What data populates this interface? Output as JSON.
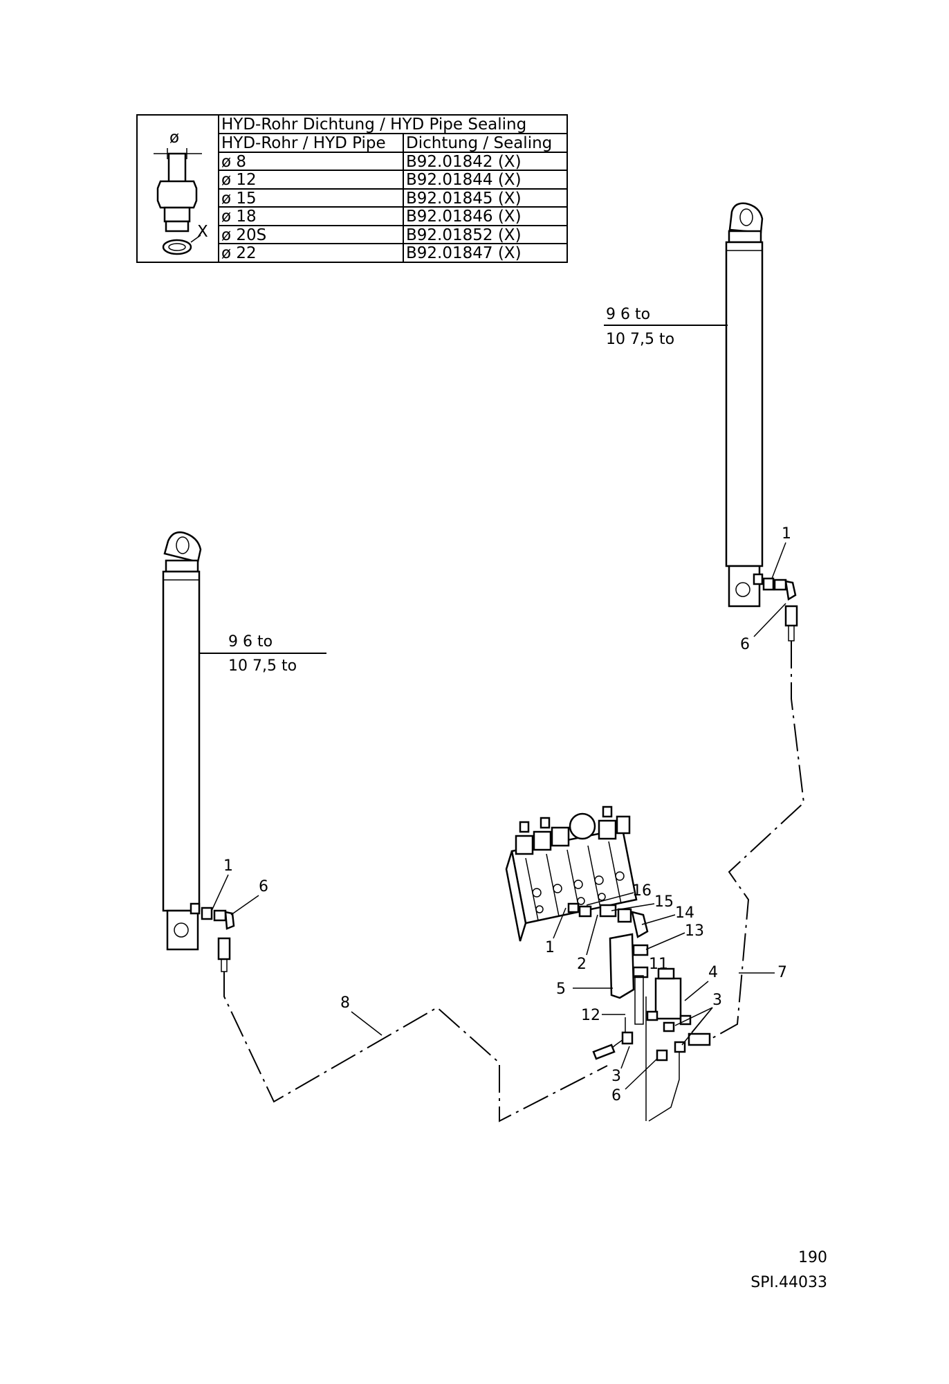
{
  "seal_table": {
    "title": "HYD-Rohr Dichtung / HYD Pipe Sealing",
    "col_pipe": "HYD-Rohr / HYD Pipe",
    "col_seal": "Dichtung / Sealing",
    "diameter_symbol": "ø",
    "seal_marker": "X",
    "rows": [
      {
        "pipe": "ø 8",
        "seal": "B92.01842   (X)"
      },
      {
        "pipe": "ø 12",
        "seal": "B92.01844   (X)"
      },
      {
        "pipe": "ø 15",
        "seal": "B92.01845   (X)"
      },
      {
        "pipe": "ø 18",
        "seal": "B92.01846   (X)"
      },
      {
        "pipe": "ø 20S",
        "seal": "B92.01852   (X)"
      },
      {
        "pipe": "ø 22",
        "seal": "B92.01847   (X)"
      }
    ]
  },
  "cylinder_right": {
    "variant_a": "9    6 to",
    "variant_b": "10  7,5  to"
  },
  "cylinder_left": {
    "variant_a": "9    6 to",
    "variant_b": "10  7,5  to"
  },
  "callouts": {
    "r_1": "1",
    "r_6": "6",
    "l_1": "1",
    "l_6": "6",
    "c_1": "1",
    "c_2": "2",
    "c_3a": "3",
    "c_3b": "3",
    "c_4": "4",
    "c_5": "5",
    "c_6": "6",
    "c_7": "7",
    "c_8": "8",
    "c_11": "11",
    "c_12": "12",
    "c_13": "13",
    "c_14": "14",
    "c_15": "15",
    "c_16": "16"
  },
  "footer": {
    "page": "190",
    "code": "SPI.44033"
  }
}
